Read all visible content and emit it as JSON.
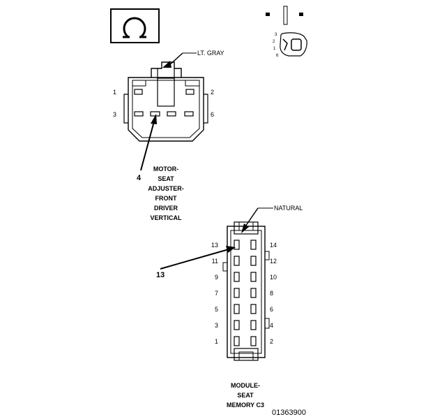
{
  "connector1": {
    "color_label": "LT. GRAY",
    "pins": [
      "1",
      "2",
      "3",
      "6"
    ],
    "callout": "4",
    "name_lines": [
      "MOTOR-",
      "SEAT",
      "ADJUSTER-",
      "FRONT",
      "DRIVER",
      "VERTICAL"
    ]
  },
  "connector2": {
    "color_label": "NATURAL",
    "left_pins": [
      "13",
      "11",
      "9",
      "7",
      "5",
      "3",
      "1"
    ],
    "right_pins": [
      "14",
      "12",
      "10",
      "8",
      "6",
      "4",
      "2"
    ],
    "callout": "13",
    "name_lines": [
      "MODULE-",
      "SEAT",
      "MEMORY C3"
    ]
  },
  "icon": {
    "pins": [
      "3",
      "2",
      "1",
      "6"
    ]
  },
  "figure_id": "01363900"
}
